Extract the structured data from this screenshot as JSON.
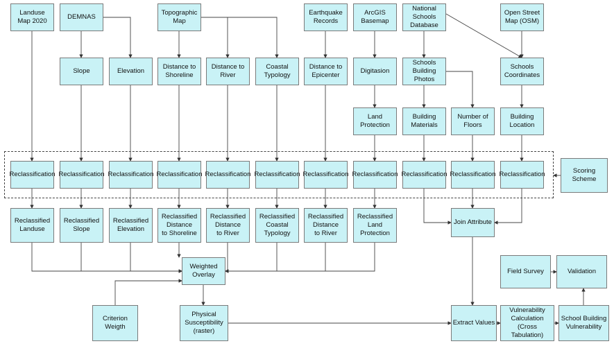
{
  "diagram": {
    "nodes": [
      {
        "id": "landuse_map",
        "label": "Landuse\nMap 2020"
      },
      {
        "id": "demnas",
        "label": "DEMNAS"
      },
      {
        "id": "topo_map",
        "label": "Topographic\nMap"
      },
      {
        "id": "earthquake",
        "label": "Earthquake\nRecords"
      },
      {
        "id": "arcgis",
        "label": "ArcGIS\nBasemap"
      },
      {
        "id": "schools_db",
        "label": "National\nSchools\nDatabase"
      },
      {
        "id": "osm",
        "label": "Open Street\nMap (OSM)"
      },
      {
        "id": "slope",
        "label": "Slope"
      },
      {
        "id": "elevation",
        "label": "Elevation"
      },
      {
        "id": "dist_shore",
        "label": "Distance to\nShoreline"
      },
      {
        "id": "dist_river",
        "label": "Distance to\nRiver"
      },
      {
        "id": "coastal",
        "label": "Coastal\nTypology"
      },
      {
        "id": "dist_epi",
        "label": "Distance to\nEpicenter"
      },
      {
        "id": "digitasion",
        "label": "Digitasion"
      },
      {
        "id": "bldg_photos",
        "label": "Schools\nBuilding\nPhotos"
      },
      {
        "id": "school_coords",
        "label": "Schools\nCoordinates"
      },
      {
        "id": "land_prot",
        "label": "Land\nProtection"
      },
      {
        "id": "bldg_mat",
        "label": "Building\nMaterials"
      },
      {
        "id": "num_floors",
        "label": "Number of\nFloors"
      },
      {
        "id": "bldg_loc",
        "label": "Building\nLocation"
      },
      {
        "id": "rc1",
        "label": "Reclassification"
      },
      {
        "id": "rc2",
        "label": "Reclassification"
      },
      {
        "id": "rc3",
        "label": "Reclassification"
      },
      {
        "id": "rc4",
        "label": "Reclassification"
      },
      {
        "id": "rc5",
        "label": "Reclassification"
      },
      {
        "id": "rc6",
        "label": "Reclassification"
      },
      {
        "id": "rc7",
        "label": "Reclassification"
      },
      {
        "id": "rc8",
        "label": "Reclassification"
      },
      {
        "id": "rc9",
        "label": "Reclassification"
      },
      {
        "id": "rc10",
        "label": "Reclassification"
      },
      {
        "id": "rc11",
        "label": "Reclassification"
      },
      {
        "id": "scoring",
        "label": "Scoring Scheme"
      },
      {
        "id": "r_landuse",
        "label": "Reclassified\nLanduse"
      },
      {
        "id": "r_slope",
        "label": "Reclassified\nSlope"
      },
      {
        "id": "r_elev",
        "label": "Reclassified\nElevation"
      },
      {
        "id": "r_shore",
        "label": "Reclassified\nDistance\nto Shoreline"
      },
      {
        "id": "r_river",
        "label": "Reclassified\nDistance\nto River"
      },
      {
        "id": "r_coastal",
        "label": "Reclassified\nCoastal\nTypology"
      },
      {
        "id": "r_epi",
        "label": "Reclassified\nDistance\nto River"
      },
      {
        "id": "r_land",
        "label": "Reclassified\nLand\nProtection"
      },
      {
        "id": "join",
        "label": "Join Attribute"
      },
      {
        "id": "weighted",
        "label": "Weighted\nOverlay"
      },
      {
        "id": "field",
        "label": "Field Survey"
      },
      {
        "id": "validation",
        "label": "Validation"
      },
      {
        "id": "criterion",
        "label": "Criterion\nWeigth"
      },
      {
        "id": "phys",
        "label": "Physical\nSusceptibility\n(raster)"
      },
      {
        "id": "extract",
        "label": "Extract Values"
      },
      {
        "id": "vuln_calc",
        "label": "Vulnerability\nCalculation\n(Cross Tabulation)"
      },
      {
        "id": "school_vuln",
        "label": "School Building\nVulnerability"
      }
    ]
  }
}
